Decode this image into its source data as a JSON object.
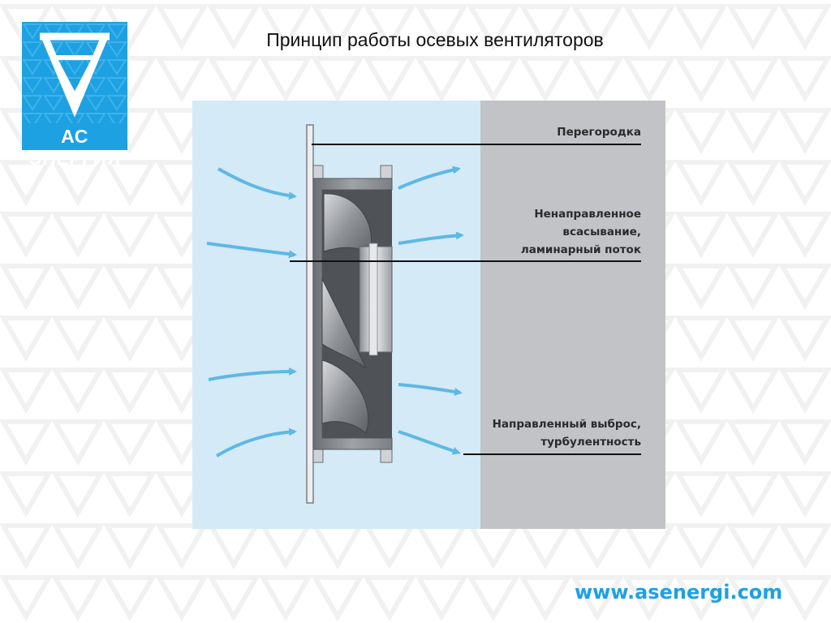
{
  "logo": {
    "text": "АС ЭНЕРГИЯ",
    "icon": "triangle-v-logo-icon",
    "color": "#1da1e2"
  },
  "title": "Принцип работы осевых вентиляторов",
  "diagram": {
    "labels": {
      "partition": "Перегородка",
      "suction": [
        "Ненаправленное",
        "всасывание,",
        "ламинарный поток"
      ],
      "discharge": [
        "Направленный выброс,",
        "турбулентность"
      ]
    },
    "colors": {
      "intake_zone": "#d4eaf7",
      "exhaust_zone": "#c2c3c6",
      "arrow": "#5fb8e3"
    }
  },
  "footer": {
    "url": "www.asenergi.com"
  }
}
